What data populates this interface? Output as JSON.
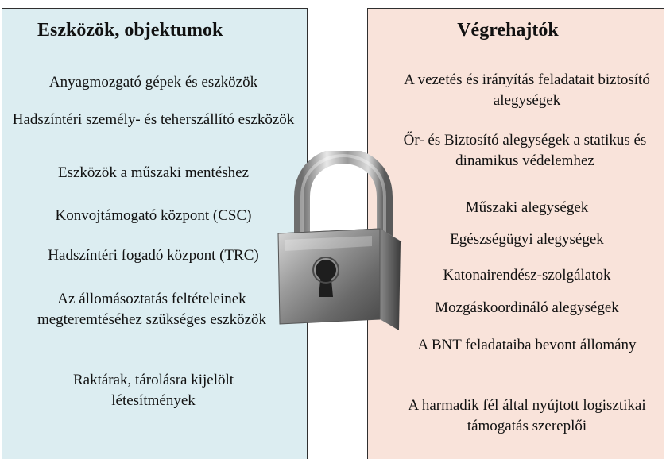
{
  "left": {
    "title": "Eszközök, objektumok",
    "items": [
      "Anyagmozgató gépek és eszközök",
      "Hadszíntéri személy- és teherszállító eszközök",
      "Eszközök a műszaki mentéshez",
      "Konvojtámogató központ (CSC)",
      "Hadszíntéri fogadó központ (TRC)",
      "Az állomásoztatás feltételeinek megteremtéséhez szükséges eszközök",
      "Raktárak, tárolásra kijelölt létesítmények"
    ]
  },
  "right": {
    "title": "Végrehajtók",
    "items": [
      "A vezetés és irányítás feladatait biztosító alegységek",
      "Őr- és Biztosító alegységek a statikus és dinamikus védelemhez",
      "Műszaki alegységek",
      "Egészségügyi alegységek",
      "Katonairendész-szolgálatok",
      "Mozgáskoordináló alegységek",
      "A BNT feladataiba bevont állomány",
      "A harmadik fél által nyújtott logisztikai támogatás szereplői"
    ]
  },
  "colors": {
    "left_bg": "#dcedf1",
    "right_bg": "#f9e3da",
    "border": "#2f2f2f"
  },
  "icon": "padlock-icon"
}
